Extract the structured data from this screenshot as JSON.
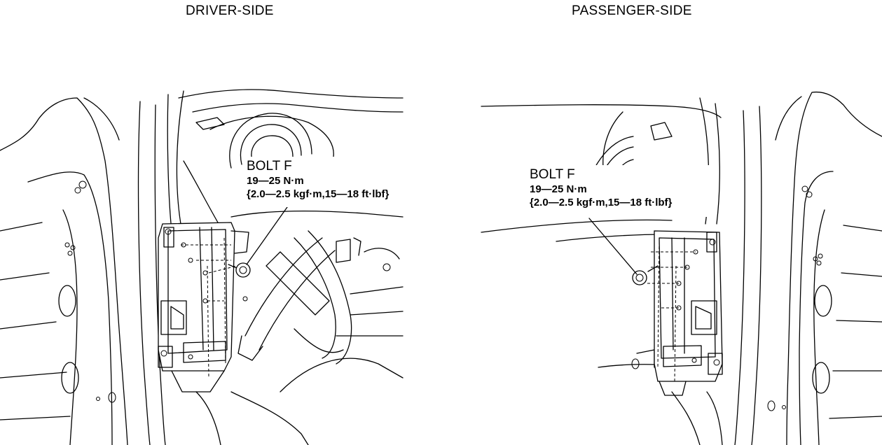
{
  "views": {
    "left": {
      "title": "DRIVER-SIDE"
    },
    "right": {
      "title": "PASSENGER-SIDE"
    }
  },
  "callout": {
    "name": "BOLT F",
    "torque_nm": "19—25 N·m",
    "torque_alt": "{2.0—2.5 kgf·m,15—18 ft·lbf}"
  }
}
